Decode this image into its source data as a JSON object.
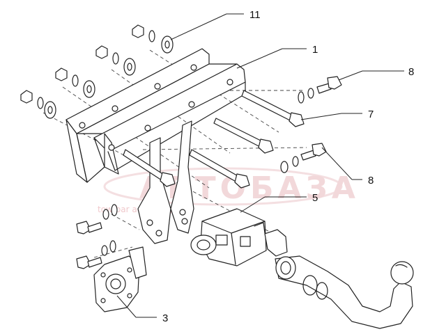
{
  "callouts": {
    "c11": "11",
    "c1": "1",
    "c8a": "8",
    "c7": "7",
    "c8b": "8",
    "c5": "5",
    "c3": "3"
  },
  "watermark": {
    "brand": "АВТОБАЗА",
    "tagline": "tow bar accessory"
  },
  "colors": {
    "line": "#222222",
    "watermark": "#f2d8da"
  }
}
